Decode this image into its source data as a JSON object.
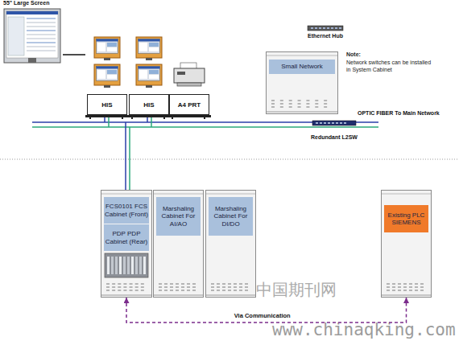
{
  "diagram": {
    "nodes": [
      {
        "text": [
          "55\" Large Screen"
        ]
      },
      {
        "text": [
          "Ethernet Hub"
        ]
      },
      {
        "text": [
          "HIS"
        ]
      },
      {
        "text": [
          "HIS"
        ]
      },
      {
        "text": [
          "A4 PRT"
        ]
      },
      {
        "text": [
          "Small Network"
        ]
      },
      {
        "text": [
          "Redundant L2SW"
        ]
      },
      {
        "text": [
          "FCS0101 FCS Cabinet (Front)",
          "PDP PDP Cabinet (Rear)"
        ]
      },
      {
        "text": [
          "Marshaling Cabinet For AI/AO"
        ]
      },
      {
        "text": [
          "Marshaling Cabinet For DI/DO"
        ]
      },
      {
        "text": [
          "Existing PLC SIEMENS"
        ]
      }
    ],
    "edges": [
      {
        "from": 0,
        "to": 2,
        "arrow": "none"
      },
      {
        "from": 7,
        "to": 10,
        "arrow": "both",
        "label": "Via Communication"
      }
    ],
    "labels": [
      "Note:",
      "Network switches can be installed in System Cabinet",
      "OPTIC FIBER To Main Network",
      "中国期刊网",
      "www.chinaqking.com"
    ]
  }
}
